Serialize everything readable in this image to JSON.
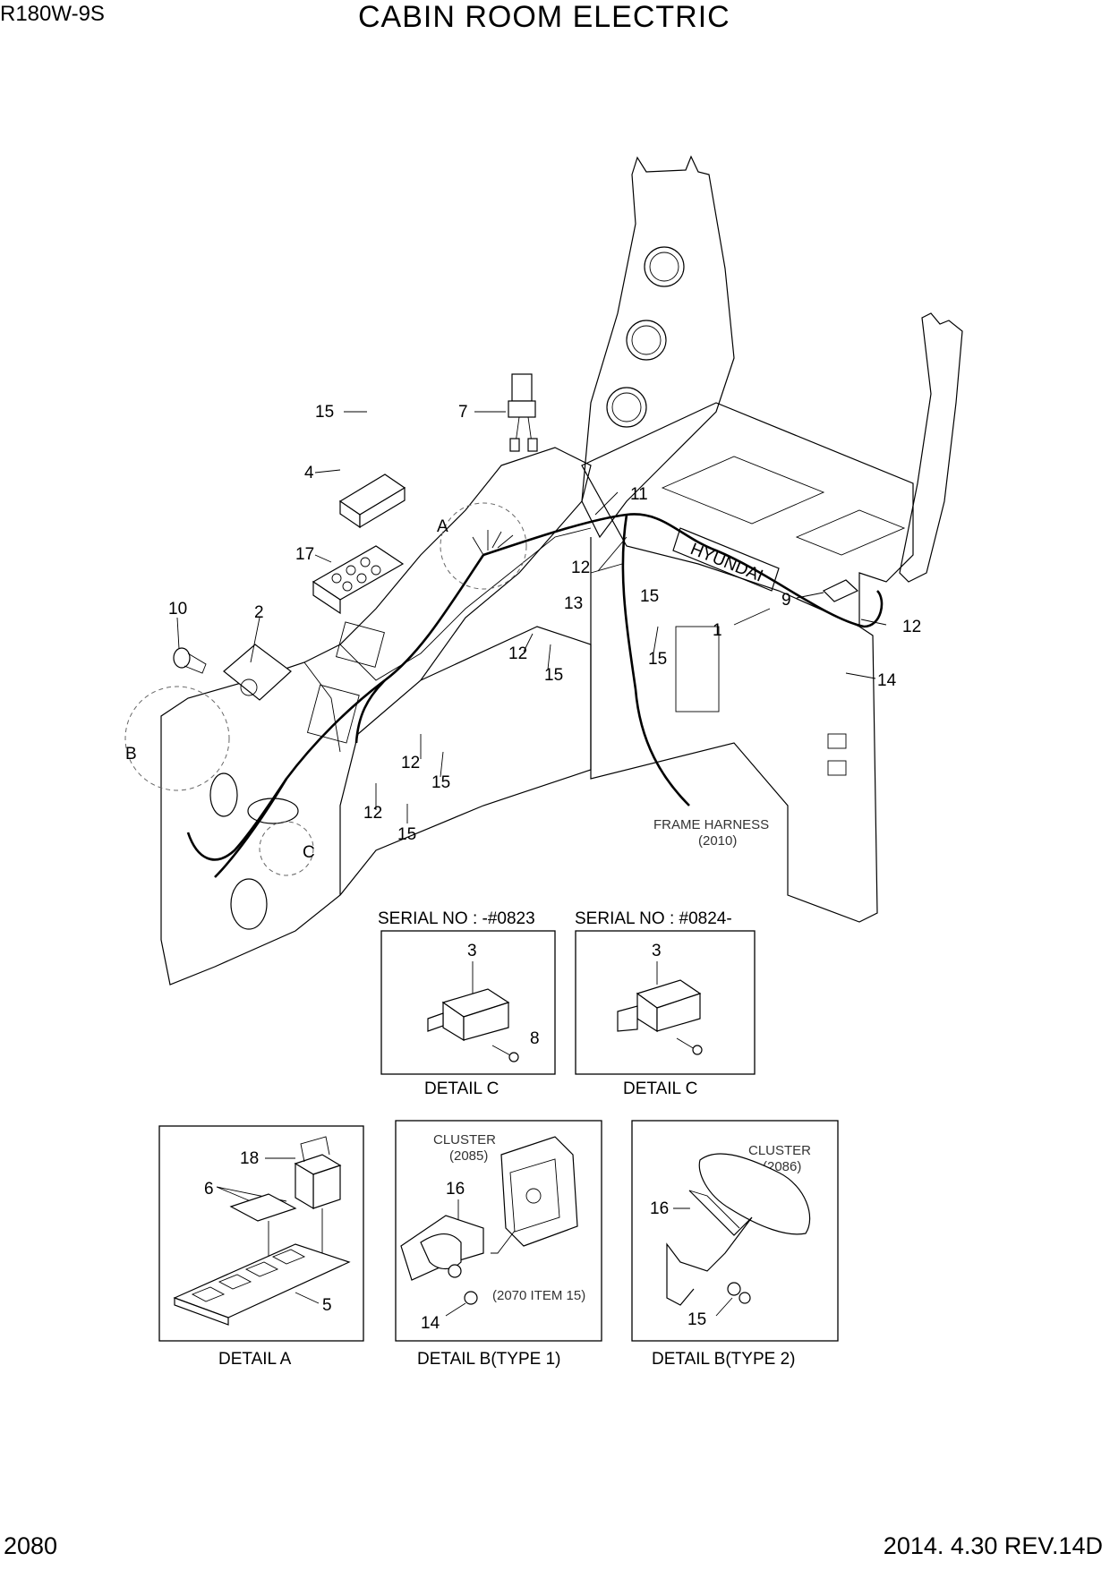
{
  "header": {
    "model": "R180W-9S",
    "title": "CABIN ROOM ELECTRIC"
  },
  "footer": {
    "page_number": "2080",
    "date_rev": "2014. 4.30  REV.14D"
  },
  "main_view": {
    "callouts": {
      "c15a": "15",
      "c7": "7",
      "c4": "4",
      "c17": "17",
      "cA": "A",
      "c11": "11",
      "c10": "10",
      "c2": "2",
      "c12a": "12",
      "c13": "13",
      "c15b": "15",
      "c9": "9",
      "c1": "1",
      "c12b": "12",
      "c12c": "12",
      "c15c": "15",
      "c15d": "15",
      "c14": "14",
      "cB": "B",
      "c12d": "12",
      "c15e": "15",
      "c12e": "12",
      "c15f": "15",
      "cC": "C"
    },
    "brand_text": "HYUNDAI",
    "frame_harness": {
      "line1": "FRAME HARNESS",
      "line2": "(2010)"
    }
  },
  "detail_c1": {
    "serial": "SERIAL NO : -#0823",
    "c3": "3",
    "c8": "8",
    "caption": "DETAIL  C"
  },
  "detail_c2": {
    "serial": "SERIAL NO : #0824-",
    "c3": "3",
    "caption": "DETAIL  C"
  },
  "detail_a": {
    "c18": "18",
    "c6": "6",
    "c5": "5",
    "caption": "DETAIL  A"
  },
  "detail_b1": {
    "cluster": "CLUSTER",
    "cluster_ref": "(2085)",
    "c16": "16",
    "ref_note": "(2070 ITEM 15)",
    "c14": "14",
    "caption": "DETAIL  B(TYPE 1)"
  },
  "detail_b2": {
    "cluster": "CLUSTER",
    "cluster_ref": "(2086)",
    "c16": "16",
    "c15": "15",
    "caption": "DETAIL  B(TYPE 2)"
  }
}
